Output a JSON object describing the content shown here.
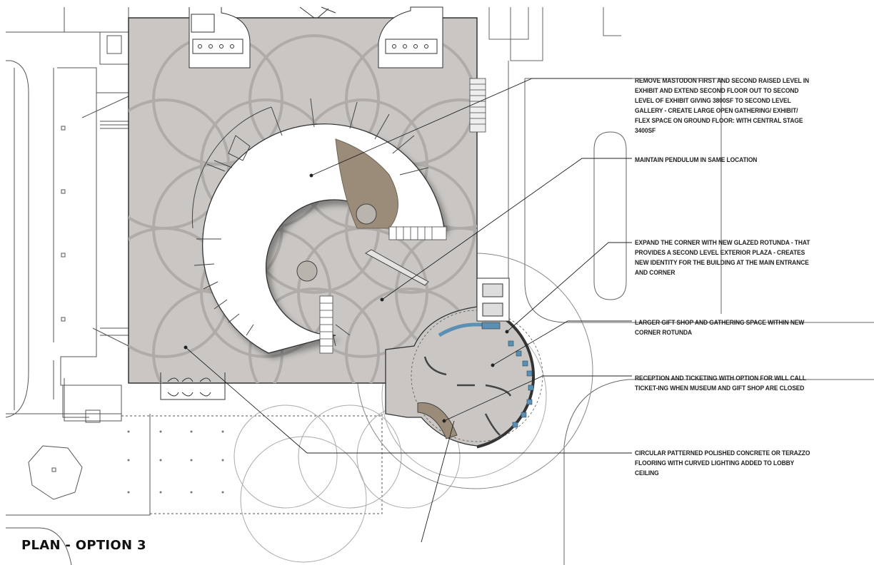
{
  "title": "PLAN - OPTION 3",
  "annotations": [
    {
      "id": "mastodon",
      "text": "REMOVE MASTODON  FIRST AND SECOND RAISED LEVEL IN EXHIBIT AND EXTEND SECOND FLOOR OUT TO SECOND LEVEL OF EXHIBIT GIVING 3800SF TO SECOND LEVEL GALLERY - CREATE LARGE OPEN GATHERING/ EXHIBIT/ FLEX SPACE ON GROUND FLOOR: WITH CENTRAL STAGE 3400SF"
    },
    {
      "id": "pendulum",
      "text": "MAINTAIN PENDULUM IN SAME LOCATION"
    },
    {
      "id": "rotunda",
      "text": "EXPAND THE CORNER WITH NEW GLAZED ROTUNDA - THAT PROVIDES A SECOND LEVEL EXTERIOR PLAZA - CREATES NEW IDENTITY FOR THE BUILDING AT THE MAIN ENTRANCE AND CORNER"
    },
    {
      "id": "gift-shop",
      "text": "LARGER GIFT SHOP AND GATHERING SPACE WITHIN NEW CORNER ROTUNDA"
    },
    {
      "id": "reception",
      "text": "RECEPTION AND TICKETING WITH OPTION FOR WILL CALL TICKET-ING WHEN MUSEUM AND GIFT SHOP ARE CLOSED"
    },
    {
      "id": "flooring",
      "text": "CIRCULAR PATTERNED POLISHED CONCRETE OR TERAZZO FLOORING WITH CURVED LIGHTING ADDED TO LOBBY CEILING"
    }
  ],
  "colors": {
    "floor": "#c9c6c3",
    "floor_pattern": "#a9a6a3",
    "stage": "#9a8c78",
    "wall": "#ffffff",
    "line": "#333333",
    "glazing": "#5b8fb3",
    "leader": "#222222"
  }
}
